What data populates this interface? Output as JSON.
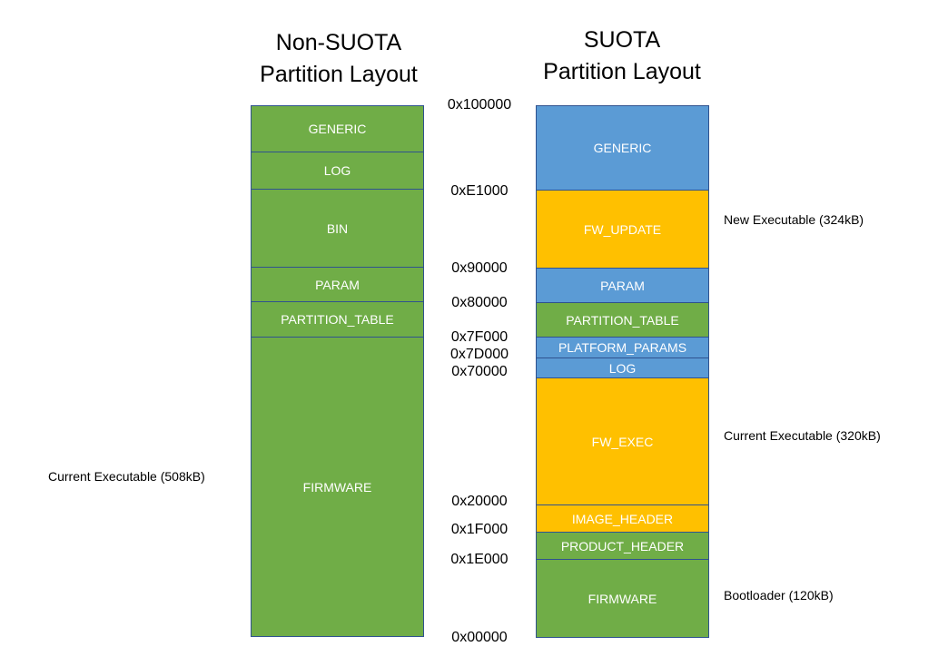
{
  "left": {
    "title_line1": "Non-SUOTA",
    "title_line2": "Partition Layout",
    "partitions": [
      "GENERIC",
      "LOG",
      "BIN",
      "PARAM",
      "PARTITION_TABLE",
      "FIRMWARE"
    ],
    "annotation": "Current Executable (508kB)"
  },
  "right": {
    "title_line1": "SUOTA",
    "title_line2": "Partition Layout",
    "partitions": [
      "GENERIC",
      "FW_UPDATE",
      "PARAM",
      "PARTITION_TABLE",
      "PLATFORM_PARAMS",
      "LOG",
      "FW_EXEC",
      "IMAGE_HEADER",
      "PRODUCT_HEADER",
      "FIRMWARE"
    ],
    "annotations": [
      "New Executable (324kB)",
      "Current Executable (320kB)",
      "Bootloader (120kB)"
    ]
  },
  "addresses": [
    "0x100000",
    "0xE1000",
    "0x90000",
    "0x80000",
    "0x7F000",
    "0x7D000",
    "0x70000",
    "0x20000",
    "0x1F000",
    "0x1E000",
    "0x00000"
  ],
  "colors": {
    "green": "#70ad47",
    "blue": "#5b9bd5",
    "gold": "#ffc000",
    "border": "#2f528f"
  }
}
